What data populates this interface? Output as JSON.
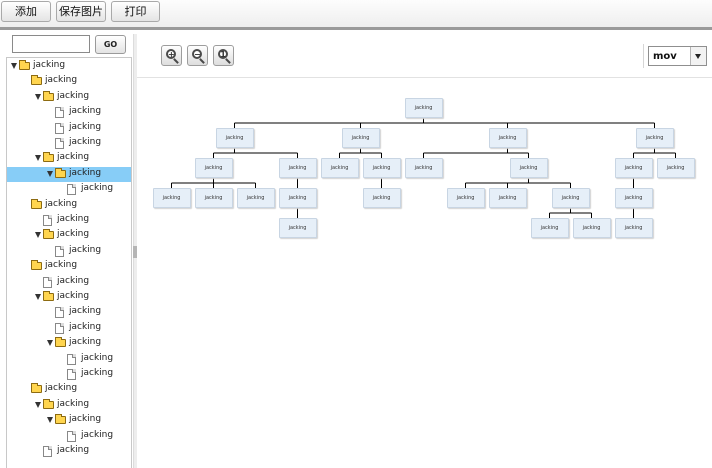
{
  "toolbar": {
    "add_label": "添加",
    "save_image_label": "保存图片",
    "print_label": "打印"
  },
  "search": {
    "value": "",
    "go_label": "GO"
  },
  "tree": {
    "items": [
      {
        "label": "jacking",
        "type": "folder",
        "depth": 0,
        "expanded": true
      },
      {
        "label": "jacking",
        "type": "folder",
        "depth": 1,
        "expanded": false
      },
      {
        "label": "jacking",
        "type": "folder",
        "depth": 2,
        "expanded": true
      },
      {
        "label": "jacking",
        "type": "file",
        "depth": 3
      },
      {
        "label": "jacking",
        "type": "file",
        "depth": 3
      },
      {
        "label": "jacking",
        "type": "file",
        "depth": 3
      },
      {
        "label": "jacking",
        "type": "folder",
        "depth": 2,
        "expanded": true
      },
      {
        "label": "jacking",
        "type": "folder",
        "depth": 3,
        "expanded": true,
        "selected": true
      },
      {
        "label": "jacking",
        "type": "file",
        "depth": 4
      },
      {
        "label": "jacking",
        "type": "folder",
        "depth": 1,
        "expanded": false
      },
      {
        "label": "jacking",
        "type": "file",
        "depth": 2
      },
      {
        "label": "jacking",
        "type": "folder",
        "depth": 2,
        "expanded": true
      },
      {
        "label": "jacking",
        "type": "file",
        "depth": 3
      },
      {
        "label": "jacking",
        "type": "folder",
        "depth": 1,
        "expanded": false
      },
      {
        "label": "jacking",
        "type": "file",
        "depth": 2
      },
      {
        "label": "jacking",
        "type": "folder",
        "depth": 2,
        "expanded": true
      },
      {
        "label": "jacking",
        "type": "file",
        "depth": 3
      },
      {
        "label": "jacking",
        "type": "file",
        "depth": 3
      },
      {
        "label": "jacking",
        "type": "folder",
        "depth": 3,
        "expanded": true
      },
      {
        "label": "jacking",
        "type": "file",
        "depth": 4
      },
      {
        "label": "jacking",
        "type": "file",
        "depth": 4
      },
      {
        "label": "jacking",
        "type": "folder",
        "depth": 1,
        "expanded": false
      },
      {
        "label": "jacking",
        "type": "folder",
        "depth": 2,
        "expanded": true
      },
      {
        "label": "jacking",
        "type": "folder",
        "depth": 3,
        "expanded": true
      },
      {
        "label": "jacking",
        "type": "file",
        "depth": 4
      },
      {
        "label": "jacking",
        "type": "file",
        "depth": 2
      }
    ]
  },
  "zoom": {
    "zoom_in_icon": "zoom-in-icon",
    "zoom_out_icon": "zoom-out-icon",
    "zoom_reset_icon": "zoom-reset-icon"
  },
  "layout_select": {
    "value": "mov"
  },
  "org_chart": {
    "node_label": "jacking",
    "colors": {
      "node_fill": "#e6eff8",
      "node_border": "#c8d5e3",
      "line": "#000000",
      "selected_row": "#87cdf7"
    },
    "root": {
      "label": "jacking",
      "children": [
        {
          "label": "jacking",
          "children": [
            {
              "label": "jacking",
              "children": [
                {
                  "label": "jacking"
                },
                {
                  "label": "jacking"
                },
                {
                  "label": "jacking"
                }
              ]
            },
            {
              "label": "jacking",
              "children": [
                {
                  "label": "jacking",
                  "children": [
                    {
                      "label": "jacking"
                    }
                  ]
                }
              ]
            }
          ]
        },
        {
          "label": "jacking",
          "children": [
            {
              "label": "jacking"
            },
            {
              "label": "jacking",
              "children": [
                {
                  "label": "jacking"
                }
              ]
            }
          ]
        },
        {
          "label": "jacking",
          "children": [
            {
              "label": "jacking"
            },
            {
              "label": "jacking",
              "children": [
                {
                  "label": "jacking"
                },
                {
                  "label": "jacking"
                },
                {
                  "label": "jacking",
                  "children": [
                    {
                      "label": "jacking"
                    },
                    {
                      "label": "jacking"
                    }
                  ]
                }
              ]
            }
          ]
        },
        {
          "label": "jacking",
          "children": [
            {
              "label": "jacking",
              "children": [
                {
                  "label": "jacking",
                  "children": [
                    {
                      "label": "jacking"
                    }
                  ]
                }
              ]
            },
            {
              "label": "jacking"
            }
          ]
        }
      ]
    }
  }
}
